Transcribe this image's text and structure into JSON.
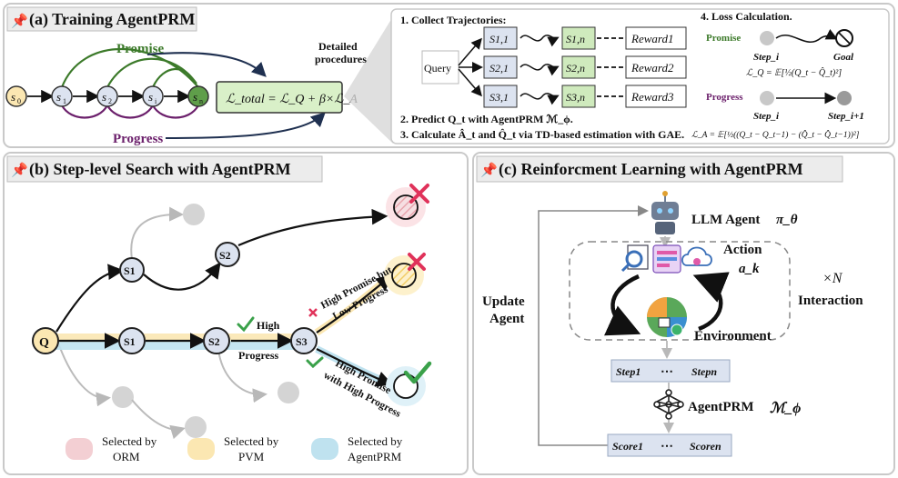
{
  "panel_a": {
    "title": "(a) Training AgentPRM",
    "promise_label": "Promise",
    "progress_label": "Progress",
    "nodes": [
      "s",
      "s",
      "s",
      "s",
      "s"
    ],
    "node_subs": [
      "0",
      "1",
      "2",
      "i",
      "n"
    ],
    "loss_box": "ℒ_total = ℒ_Q + β×ℒ_A",
    "detailed_line1": "Detailed",
    "detailed_line2": "procedures"
  },
  "procedures": {
    "step1": "1. Collect Trajectories:",
    "query": "Query",
    "rows": [
      {
        "first": "S1,1",
        "last": "S1,n",
        "reward": "Reward1"
      },
      {
        "first": "S2,1",
        "last": "S2,n",
        "reward": "Reward2"
      },
      {
        "first": "S3,1",
        "last": "S3,n",
        "reward": "Reward3"
      }
    ],
    "step2": "2. Predict Q_t with AgentPRM ℳ_ϕ.",
    "step3": "3. Calculate Â_t and Q̂_t via TD-based estimation with GAE.",
    "step4": "4. Loss Calculation.",
    "promise": "Promise",
    "progress": "Progress",
    "step_i": "Step_i",
    "goal": "Goal",
    "step_i1": "Step_i+1",
    "lq_formula": "ℒ_Q = 𝔼[½(Q_t − Q̂_t)²]",
    "la_formula": "ℒ_A = 𝔼[½((Q_t − Q_t−1) − (Q̂_t − Q̂_t−1))²]"
  },
  "panel_b": {
    "title": "(b) Step-level Search with AgentPRM",
    "nodes": {
      "q": "Q",
      "s1a": "S1",
      "s2a": "S2",
      "s1b": "S1",
      "s2b": "S2",
      "s3": "S3"
    },
    "high_progress_1": "High",
    "high_progress_2": "Progress",
    "label_hp_lp_1": "High Promise but",
    "label_hp_lp_2": "Low Progress",
    "label_hp_hp_1": "High Promise",
    "label_hp_hp_2": "with High Progress",
    "legend": [
      {
        "line1": "Selected by",
        "line2": "ORM",
        "color": "#f3cfd3"
      },
      {
        "line1": "Selected by",
        "line2": "PVM",
        "color": "#fbe7b2"
      },
      {
        "line1": "Selected by",
        "line2": "AgentPRM",
        "color": "#bfe2ef"
      }
    ]
  },
  "panel_c": {
    "title": "(c) Reinforcment Learning with AgentPRM",
    "llm_agent": "LLM Agent",
    "pi": "π_θ",
    "action": "Action",
    "action_var": "a_k",
    "environment": "Environment",
    "times_n": "×N",
    "interaction": "Interaction",
    "update_1": "Update",
    "update_2": "Agent",
    "steps": [
      "Step1",
      "⋯",
      "Stepn"
    ],
    "agentprm": "AgentPRM",
    "m_phi": "ℳ_ϕ",
    "scores": [
      "Score1",
      "⋯",
      "Scoren"
    ]
  },
  "colors": {
    "orm": "#f3cfd3",
    "pvm": "#fbe7b2",
    "agentprm": "#bfe2ef",
    "node_fill": "#dce3f0",
    "node_grey": "#d4d4d4",
    "green_box": "#d9f0c8",
    "promise_green": "#3c7a2a",
    "progress_purple": "#6b1f6b",
    "cross_red": "#e0325a",
    "check_green": "#3aa14a"
  }
}
